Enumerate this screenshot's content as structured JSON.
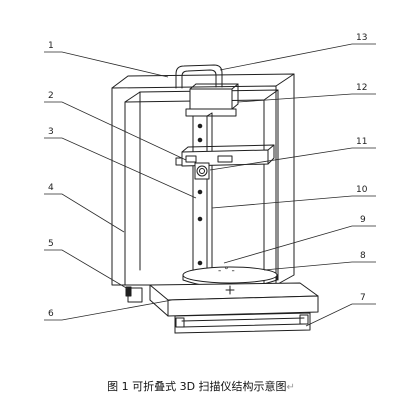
{
  "figure": {
    "caption": "图 1  可折叠式 3D 扫描仪结构示意图",
    "caption_mark": "↵",
    "scale_marks": "- ° -",
    "labels": [
      "1",
      "2",
      "3",
      "4",
      "5",
      "6",
      "7",
      "8",
      "9",
      "10",
      "11",
      "12",
      "13"
    ]
  },
  "colors": {
    "line": "#1f1f1f",
    "leader": "#2a2a2a",
    "background": "#ffffff"
  }
}
